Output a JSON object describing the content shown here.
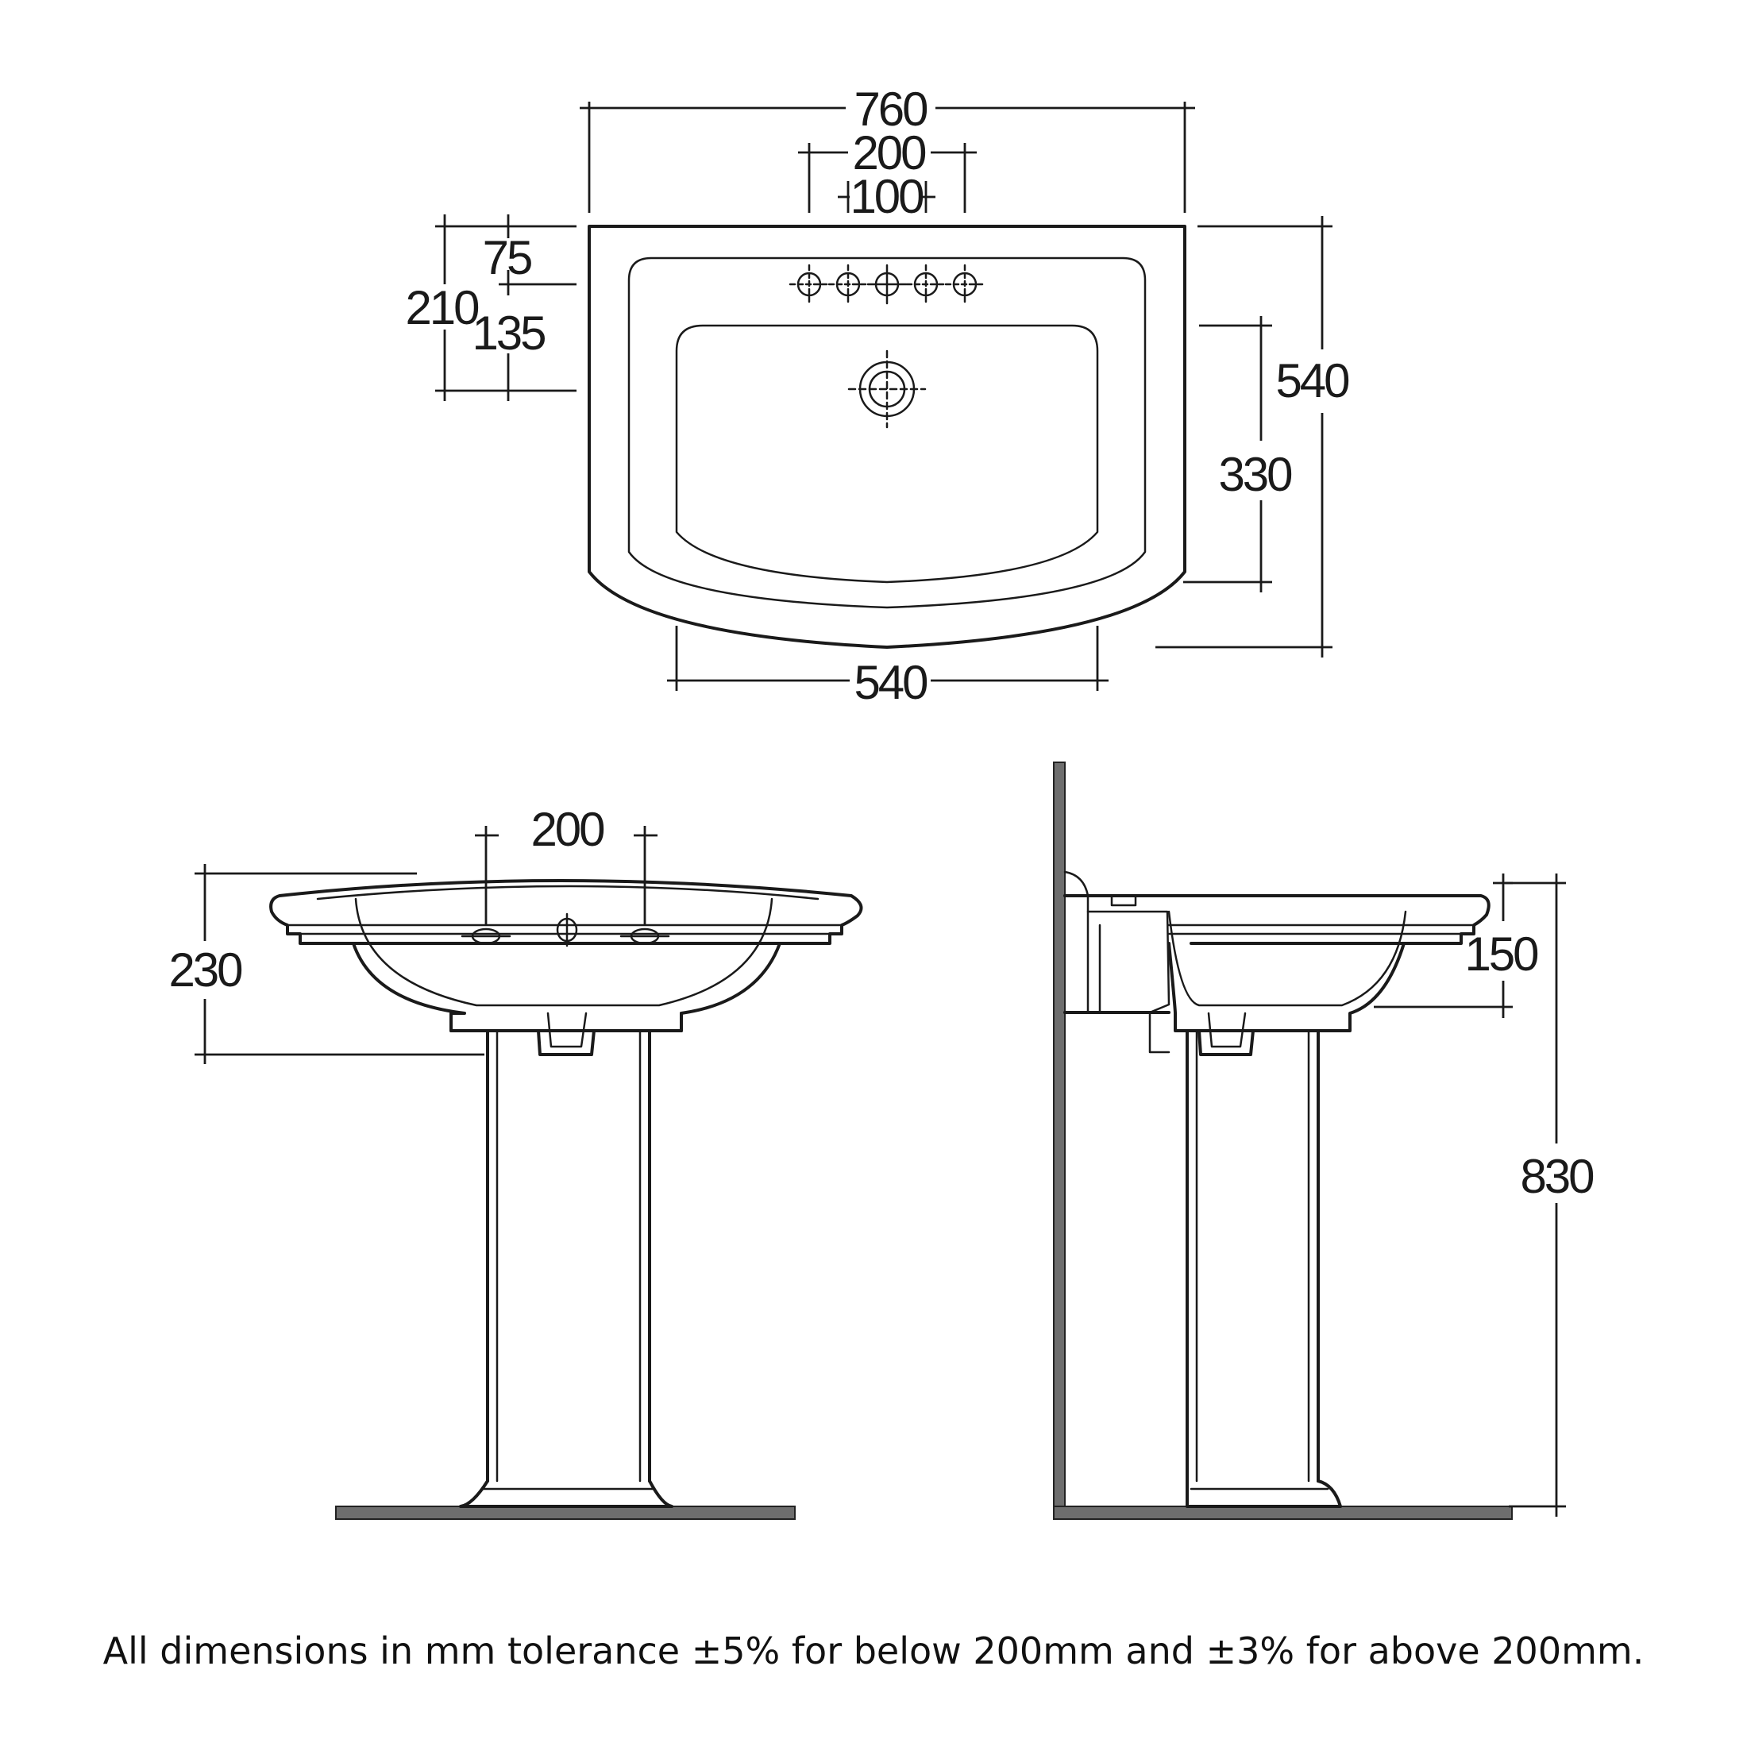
{
  "top_view": {
    "dimensions": {
      "width_overall": "760",
      "tap_spacing_outer": "200",
      "tap_spacing_inner": "100",
      "tap_offset": "75",
      "depth_left": "210",
      "bowl_offset": "135",
      "depth_overall": "540",
      "bowl_depth": "330",
      "bowl_width": "540"
    }
  },
  "front_view": {
    "dimensions": {
      "tap_spacing": "200",
      "basin_height": "230"
    }
  },
  "side_view": {
    "dimensions": {
      "rim_height": "150",
      "overall_height": "830"
    }
  },
  "footnote": "All dimensions in mm tolerance ±5% for below 200mm and ±3% for above 200mm.",
  "colors": {
    "line": "#1a1a1a",
    "floor_fill": "#6e6e6e",
    "background": "#ffffff"
  }
}
